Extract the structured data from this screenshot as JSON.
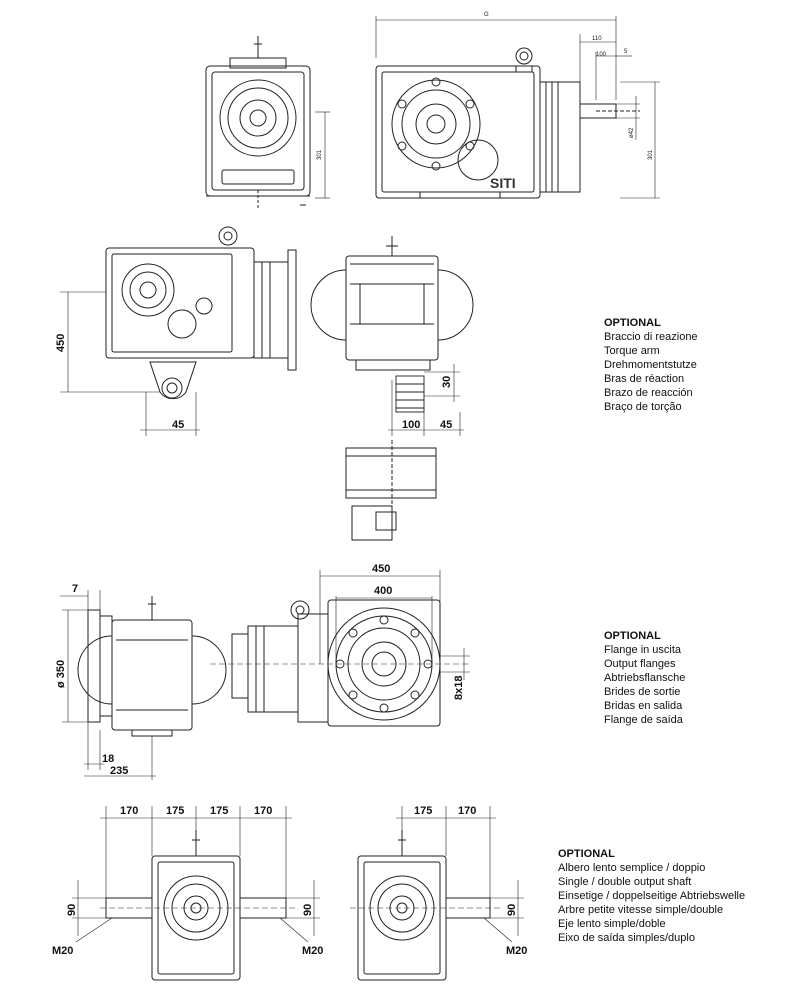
{
  "top_right": {
    "g": "G",
    "d110": "110",
    "d100": "100",
    "d5": "5",
    "d42": "ø42",
    "d301": "301",
    "logo": "SITI"
  },
  "top_left": {
    "d301": "301"
  },
  "torque_arm_dims": {
    "h450": "450",
    "w45": "45",
    "w100": "100",
    "w45b": "45",
    "h30": "30"
  },
  "flange_dims": {
    "d7": "7",
    "d350": "ø 350",
    "d18": "18",
    "d235": "235",
    "d450": "450",
    "d400": "400",
    "d8x18": "8x18"
  },
  "shaft_left_dims": {
    "c1": "170",
    "c2": "175",
    "c3": "175",
    "c4": "170",
    "v90a": "90",
    "v90b": "90",
    "m20a": "M20",
    "m20b": "M20"
  },
  "shaft_right_dims": {
    "c1": "175",
    "c2": "170",
    "v90": "90",
    "m20": "M20"
  },
  "notes": [
    {
      "title": "OPTIONAL",
      "lines": [
        "Braccio di reazione",
        "Torque arm",
        "Drehmomentstutze",
        "Bras de réaction",
        "Brazo de reacción",
        "Braço de torção"
      ]
    },
    {
      "title": "OPTIONAL",
      "lines": [
        "Flange in uscita",
        "Output flanges",
        "Abtriebsflansche",
        "Brides de sortie",
        "Bridas en salida",
        "Flange de saída"
      ]
    },
    {
      "title": "OPTIONAL",
      "lines": [
        "Albero lento semplice / doppio",
        "Single / double output shaft",
        "Einsetige / doppelseitige Abtriebswelle",
        "Arbre petite vitesse simple/double",
        "Eje lento simple/doble",
        "Eixo de saída simples/duplo"
      ]
    }
  ]
}
